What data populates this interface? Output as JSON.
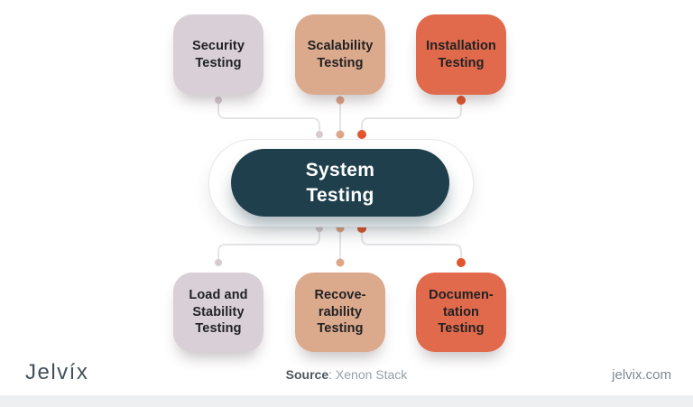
{
  "diagram": {
    "center_node": {
      "lines": [
        "System",
        "Testing"
      ],
      "bg": "#1f3f4c",
      "text_color": "#ffffff"
    },
    "connector_color": "#e6e4e7",
    "columns": [
      {
        "dot_color": "#d5cbd1"
      },
      {
        "dot_color": "#dfa588"
      },
      {
        "dot_color": "#e2562f"
      }
    ],
    "nodes": [
      {
        "id": "security-testing",
        "lines": [
          "Security",
          "Testing"
        ],
        "bg": "#d8d0d6"
      },
      {
        "id": "scalability-testing",
        "lines": [
          "Scalability",
          "Testing"
        ],
        "bg": "#dba98c"
      },
      {
        "id": "installation-testing",
        "lines": [
          "Installation",
          "Testing"
        ],
        "bg": "#e06a4b"
      },
      {
        "id": "load-stability-testing",
        "lines": [
          "Load and",
          "Stability",
          "Testing"
        ],
        "bg": "#d8d0d6"
      },
      {
        "id": "recoverability-testing",
        "lines": [
          "Recove-",
          "rability",
          "Testing"
        ],
        "bg": "#dba98c"
      },
      {
        "id": "documentation-testing",
        "lines": [
          "Documen-",
          "tation",
          "Testing"
        ],
        "bg": "#e06a4b"
      }
    ],
    "text_color": "#212124"
  },
  "footer": {
    "logo_text": "Jelvíx",
    "source_label": "Source",
    "source_value": ": Xenon Stack",
    "website": "jelvix.com",
    "strip_color": "#edeff1"
  }
}
